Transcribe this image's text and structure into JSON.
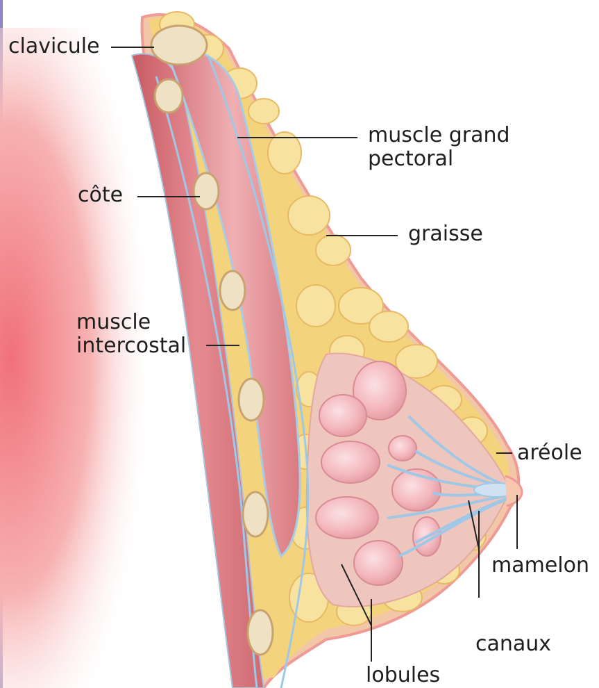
{
  "labels": {
    "clavicule": "clavicule",
    "cote": "côte",
    "muscle_intercostal": [
      "muscle",
      "intercostal"
    ],
    "muscle_grand_pectoral": [
      "muscle grand",
      "pectoral"
    ],
    "graisse": "graisse",
    "areole": "aréole",
    "mamelon": "mamelon",
    "canaux": "canaux",
    "lobules": "lobules"
  },
  "colors": {
    "border": "#8e86c2",
    "skin_shadow": "#f28a8a",
    "muscle": "#d9707a",
    "fat": "#f2cf6e",
    "bone": "#eedfc0",
    "duct": "#9fc7e6",
    "lobule": "#f4b8be",
    "leader": "#222222"
  }
}
